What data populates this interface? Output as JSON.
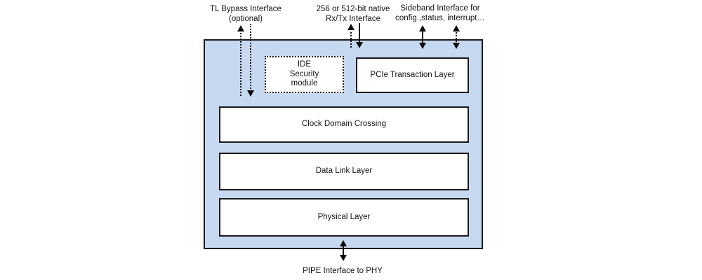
{
  "diagram": {
    "title_context": "PCIe controller block diagram",
    "top_labels": {
      "tl_bypass": {
        "line1": "TL Bypass Interface",
        "line2": "(optional)"
      },
      "rxtx": {
        "line1": "256 or 512-bit native",
        "line2": "Rx/Tx Interface"
      },
      "sideband": {
        "line1": "Sideband Interface for",
        "line2": "config.,status, interrupt…"
      }
    },
    "blocks": {
      "ide": {
        "line1": "IDE",
        "line2": "Security",
        "line3": "module"
      },
      "pcie_tl": "PCIe Transaction Layer",
      "cdc": "Clock Domain Crossing",
      "dll": "Data Link Layer",
      "phy": "Physical Layer"
    },
    "bottom_label": {
      "pipe": "PIPE Interface to PHY"
    },
    "arrows": [
      {
        "name": "tl-bypass-up-arrow",
        "style": "dotted",
        "direction": "up"
      },
      {
        "name": "tl-bypass-down-arrow",
        "style": "dotted",
        "direction": "down"
      },
      {
        "name": "rxtx-up-arrow",
        "style": "dotted",
        "direction": "up"
      },
      {
        "name": "rxtx-down-arrow",
        "style": "solid",
        "direction": "down"
      },
      {
        "name": "sideband-left-arrow",
        "style": "solid",
        "direction": "both"
      },
      {
        "name": "sideband-right-arrow",
        "style": "dotted",
        "direction": "both"
      },
      {
        "name": "pipe-arrow",
        "style": "solid",
        "direction": "both"
      }
    ],
    "colors": {
      "container_fill": "#c6d9f1",
      "border": "#1a1a1a",
      "block_fill": "#ffffff",
      "line": "#0a0a0a",
      "text": "#141414",
      "background": "#ffffff"
    }
  }
}
